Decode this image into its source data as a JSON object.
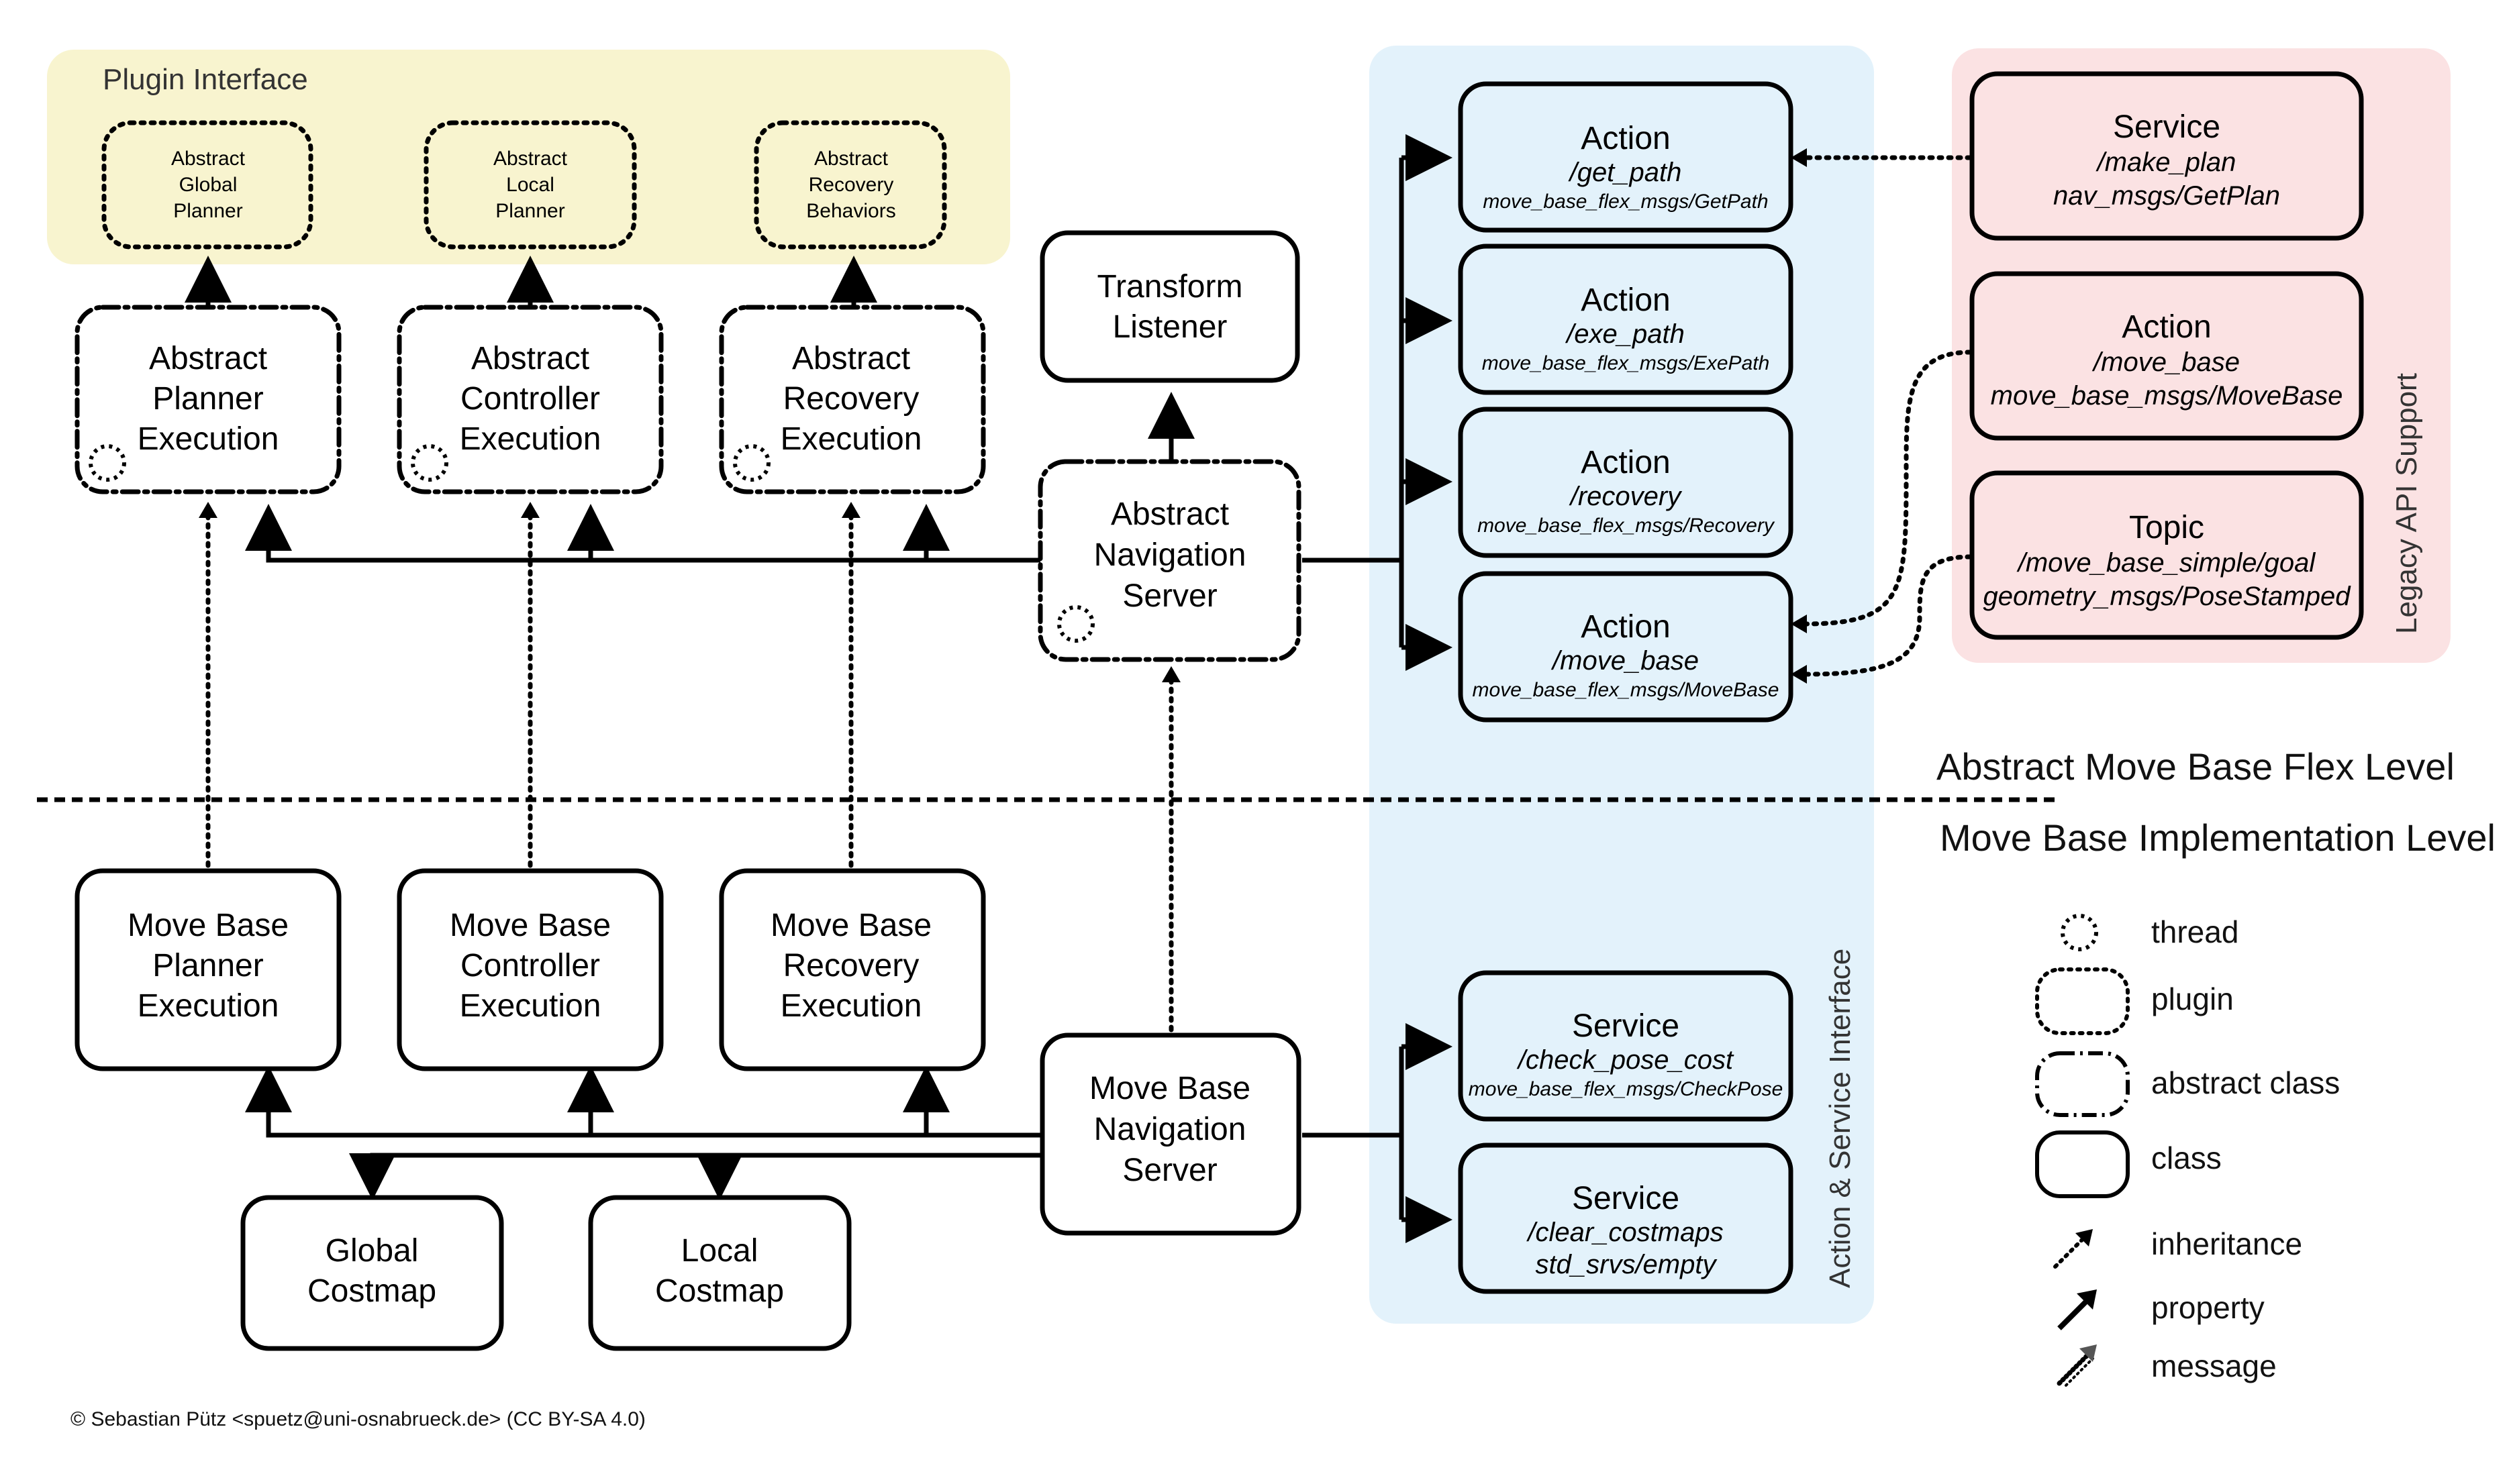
{
  "regions": {
    "plugin_interface": {
      "label": "Plugin Interface",
      "color": "#f8f4cf"
    },
    "action_service_interface": {
      "label": "Action & Service Interface",
      "color": "#e3f2fb"
    },
    "legacy_api_support": {
      "label": "Legacy API Support",
      "color": "#fbe2e3"
    }
  },
  "plugins": {
    "global_planner": {
      "lines": [
        "Abstract",
        "Global",
        "Planner"
      ]
    },
    "local_planner": {
      "lines": [
        "Abstract",
        "Local",
        "Planner"
      ]
    },
    "recovery_behaviors": {
      "lines": [
        "Abstract",
        "Recovery",
        "Behaviors"
      ]
    }
  },
  "abstract": {
    "planner_execution": {
      "lines": [
        "Abstract",
        "Planner",
        "Execution"
      ]
    },
    "controller_execution": {
      "lines": [
        "Abstract",
        "Controller",
        "Execution"
      ]
    },
    "recovery_execution": {
      "lines": [
        "Abstract",
        "Recovery",
        "Execution"
      ]
    },
    "navigation_server": {
      "lines": [
        "Abstract",
        "Navigation",
        "Server"
      ]
    }
  },
  "transform_listener": {
    "lines": [
      "Transform",
      "Listener"
    ]
  },
  "actions": {
    "get_path": {
      "kind": "Action",
      "name": "/get_path",
      "type": "move_base_flex_msgs/GetPath"
    },
    "exe_path": {
      "kind": "Action",
      "name": "/exe_path",
      "type": "move_base_flex_msgs/ExePath"
    },
    "recovery": {
      "kind": "Action",
      "name": "/recovery",
      "type": "move_base_flex_msgs/Recovery"
    },
    "move_base": {
      "kind": "Action",
      "name": "/move_base",
      "type": "move_base_flex_msgs/MoveBase"
    }
  },
  "services": {
    "check_pose_cost": {
      "kind": "Service",
      "name": "/check_pose_cost",
      "type": "move_base_flex_msgs/CheckPose"
    },
    "clear_costmaps": {
      "kind": "Service",
      "name": "/clear_costmaps",
      "type": "std_srvs/empty"
    }
  },
  "legacy": {
    "make_plan": {
      "kind": "Service",
      "name": "/make_plan",
      "type": "nav_msgs/GetPlan"
    },
    "move_base": {
      "kind": "Action",
      "name": "/move_base",
      "type": "move_base_msgs/MoveBase"
    },
    "move_base_simple": {
      "kind": "Topic",
      "name": "/move_base_simple/goal",
      "type": "geometry_msgs/PoseStamped"
    }
  },
  "levels": {
    "abstract": "Abstract Move Base Flex Level",
    "implementation": "Move Base Implementation Level"
  },
  "implementation": {
    "planner_execution": {
      "lines": [
        "Move Base",
        "Planner",
        "Execution"
      ]
    },
    "controller_execution": {
      "lines": [
        "Move Base",
        "Controller",
        "Execution"
      ]
    },
    "recovery_execution": {
      "lines": [
        "Move Base",
        "Recovery",
        "Execution"
      ]
    },
    "navigation_server": {
      "lines": [
        "Move Base",
        "Navigation",
        "Server"
      ]
    },
    "global_costmap": {
      "lines": [
        "Global",
        "Costmap"
      ]
    },
    "local_costmap": {
      "lines": [
        "Local",
        "Costmap"
      ]
    }
  },
  "legend": {
    "thread": "thread",
    "plugin": "plugin",
    "abstract_class": "abstract class",
    "class": "class",
    "inheritance": "inheritance",
    "property": "property",
    "message": "message"
  },
  "copyright": "© Sebastian Pütz <spuetz@uni-osnabrueck.de> (CC BY-SA 4.0)"
}
